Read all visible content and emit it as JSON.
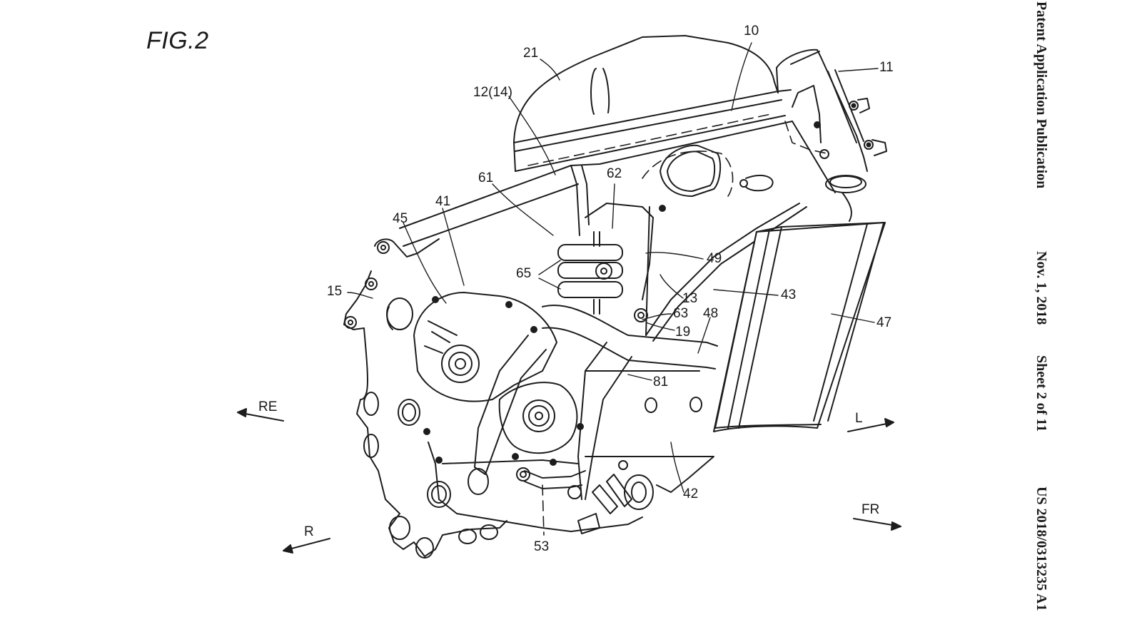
{
  "figure": {
    "title": "FIG.2"
  },
  "header": {
    "publication_type": "Patent Application Publication",
    "date": "Nov. 1, 2018",
    "sheet": "Sheet 2 of 11",
    "publication_number": "US 2018/0313235 A1"
  },
  "reference_numerals": {
    "r10": "10",
    "r11": "11",
    "r12": "12(14)",
    "r13": "13",
    "r15": "15",
    "r19": "19",
    "r21": "21",
    "r41": "41",
    "r42": "42",
    "r43": "43",
    "r45": "45",
    "r47": "47",
    "r48": "48",
    "r49": "49",
    "r53": "53",
    "r61": "61",
    "r62": "62",
    "r63": "63",
    "r65": "65",
    "r81": "81"
  },
  "directions": {
    "rear_upper": "RE",
    "rear": "R",
    "left": "L",
    "front": "FR"
  }
}
